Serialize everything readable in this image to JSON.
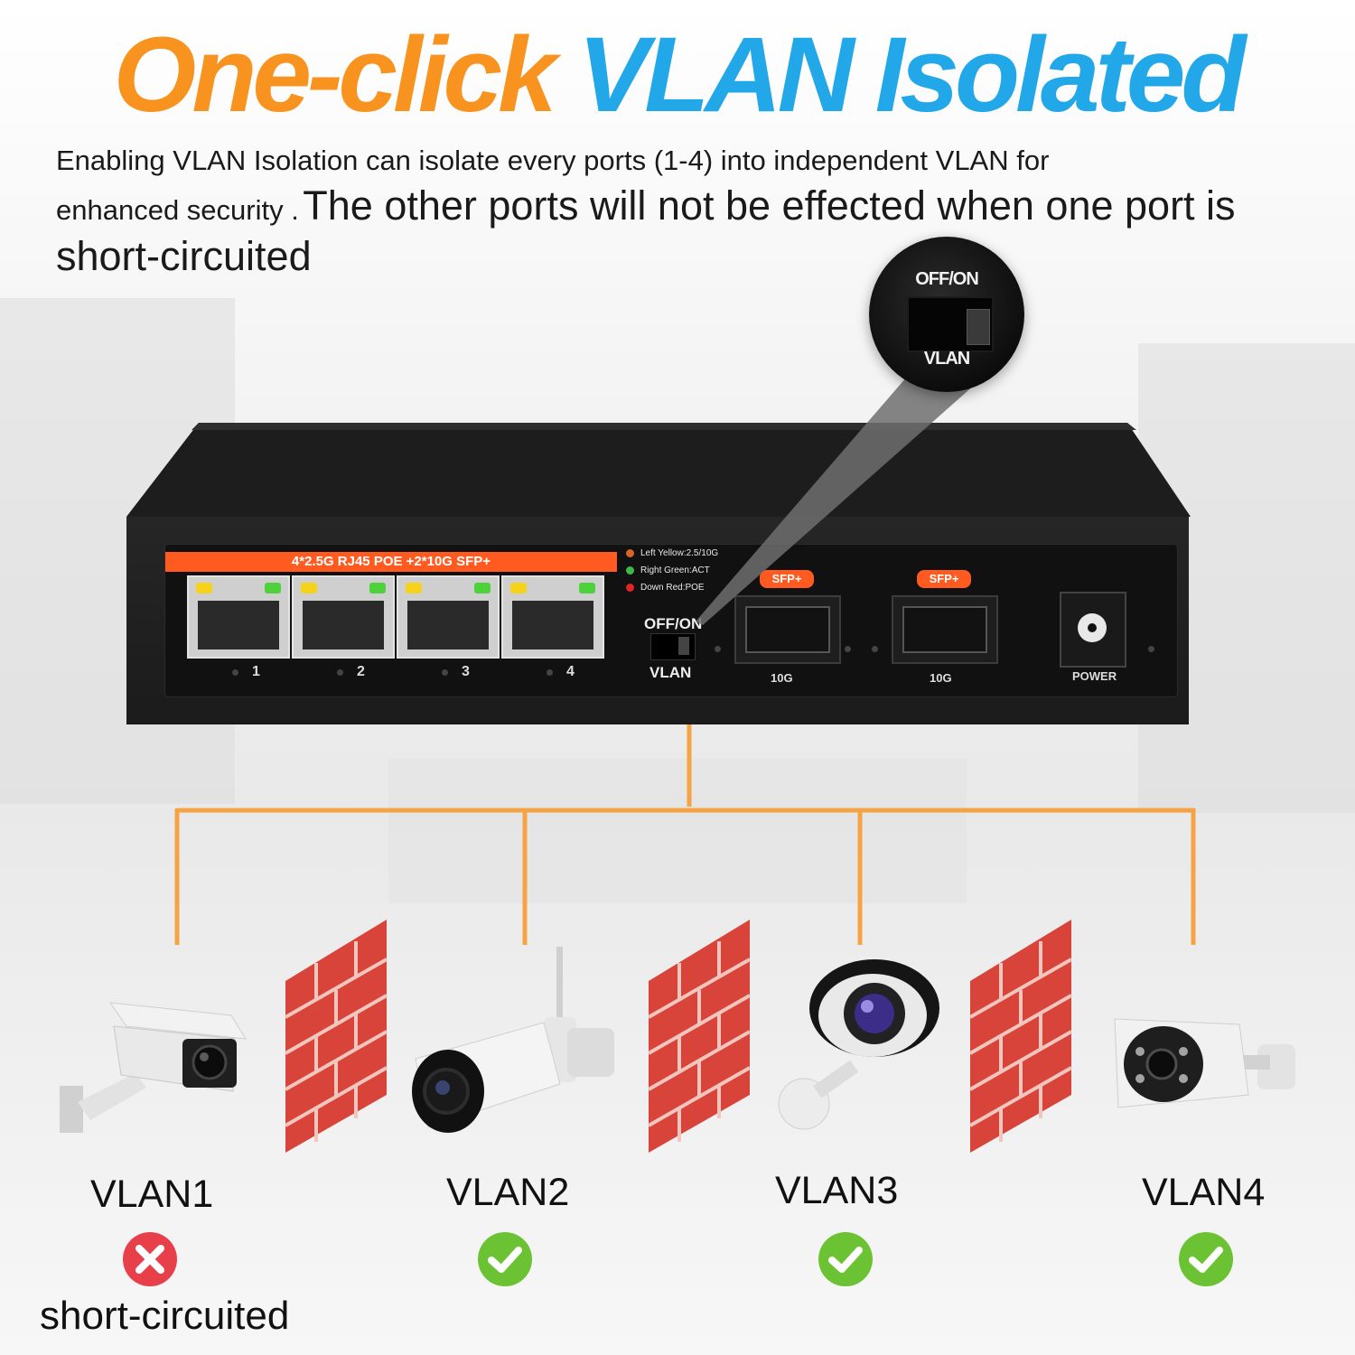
{
  "header": {
    "title_part1": "One-click",
    "title_part2": "VLAN Isolated",
    "desc_small_1": "Enabling VLAN Isolation can isolate every ports (1-4) into independent VLAN for",
    "desc_small_2": "enhanced security .",
    "desc_big": "The other ports will not be effected when one port is short-circuited"
  },
  "zoom": {
    "top_label": "OFF/ON",
    "bottom_label": "VLAN"
  },
  "switch": {
    "banner": "4*2.5G RJ45 POE +2*10G SFP+",
    "legend": [
      {
        "text": "Left Yellow:2.5/10G",
        "color": "#d8632a"
      },
      {
        "text": "Right Green:ACT",
        "color": "#3fb84a"
      },
      {
        "text": "Down Red:POE",
        "color": "#e02323"
      }
    ],
    "ports": [
      "1",
      "2",
      "3",
      "4"
    ],
    "switch_top_label": "OFF/ON",
    "switch_bottom_label": "VLAN",
    "sfp_tag": "SFP+",
    "sfp_speed": "10G",
    "power_label": "POWER"
  },
  "vlans": [
    {
      "label": "VLAN1",
      "status": "fail"
    },
    {
      "label": "VLAN2",
      "status": "ok"
    },
    {
      "label": "VLAN3",
      "status": "ok"
    },
    {
      "label": "VLAN4",
      "status": "ok"
    }
  ],
  "fail_note": "short-circuited",
  "colors": {
    "orange": "#f7931e",
    "blue": "#22a7e8",
    "tree_line": "#f5a344",
    "brick": "#d9443a",
    "ok_green": "#6bc334",
    "fail_red": "#e8404a"
  }
}
